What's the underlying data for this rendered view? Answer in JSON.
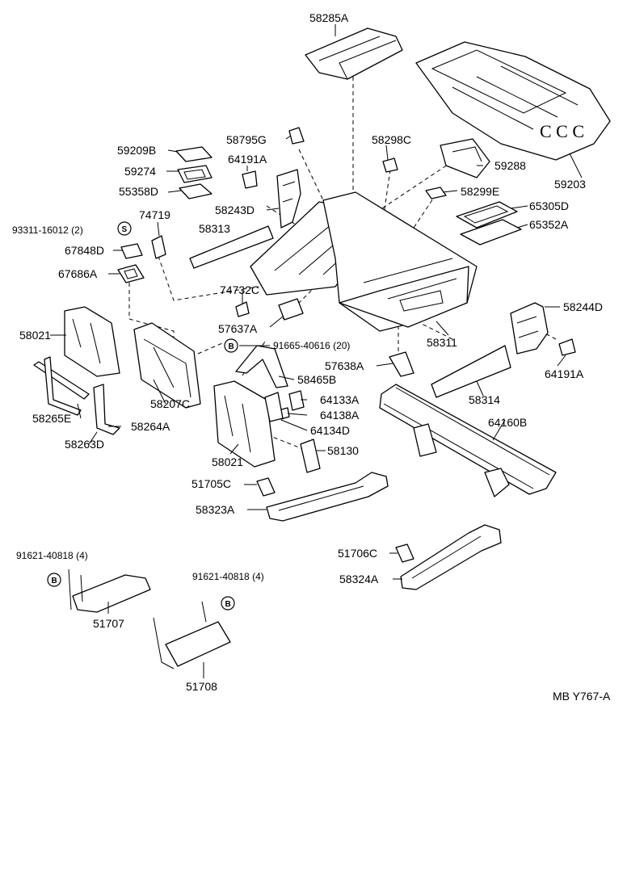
{
  "diagram": {
    "reference": "MB Y767-A",
    "symbols": {
      "s": "S",
      "b": "B"
    },
    "labels": {
      "p58285A": "58285A",
      "p59203": "59203",
      "p58795G": "58795G",
      "p58298C": "58298C",
      "p59209B": "59209B",
      "p59288": "59288",
      "p64191A_top": "64191A",
      "p59274": "59274",
      "p58299E": "58299E",
      "p55358D": "55358D",
      "p58243D": "58243D",
      "p65305D": "65305D",
      "p74719": "74719",
      "p65352A": "65352A",
      "p93311": "93311-16012 (2)",
      "p58313": "58313",
      "p67848D": "67848D",
      "p67686A": "67686A",
      "p74732C": "74732C",
      "p58244D": "58244D",
      "p57637A": "57637A",
      "p58021_top": "58021",
      "p58311": "58311",
      "p91665": "91665-40616 (20)",
      "p57638A": "57638A",
      "p64191A_right": "64191A",
      "p58465B": "58465B",
      "p58207C": "58207C",
      "p58314": "58314",
      "p64133A": "64133A",
      "p58265E": "58265E",
      "p64138A": "64138A",
      "p58264A": "58264A",
      "p64160B": "64160B",
      "p64134D": "64134D",
      "p58263D": "58263D",
      "p58130": "58130",
      "p58021_mid": "58021",
      "p51705C": "51705C",
      "p58323A": "58323A",
      "p51706C": "51706C",
      "p91621_left": "91621-40818 (4)",
      "p58324A": "58324A",
      "p91621_mid": "91621-40818 (4)",
      "p51707": "51707",
      "p51708": "51708"
    }
  }
}
